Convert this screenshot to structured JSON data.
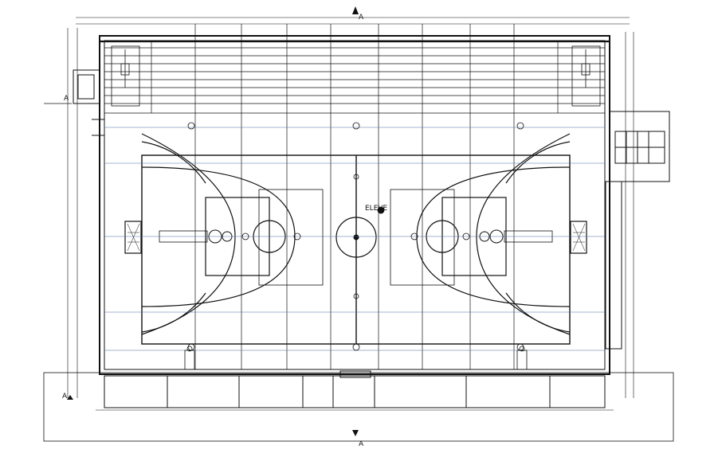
{
  "plan": {
    "court_label": "ELEVE",
    "section_markers": {
      "north": "A",
      "south": "A",
      "west_top": "A",
      "west_bottom": "A"
    },
    "colors": {
      "line": "#111111",
      "dimension": "#4a6fa5",
      "background": "#ffffff"
    }
  }
}
